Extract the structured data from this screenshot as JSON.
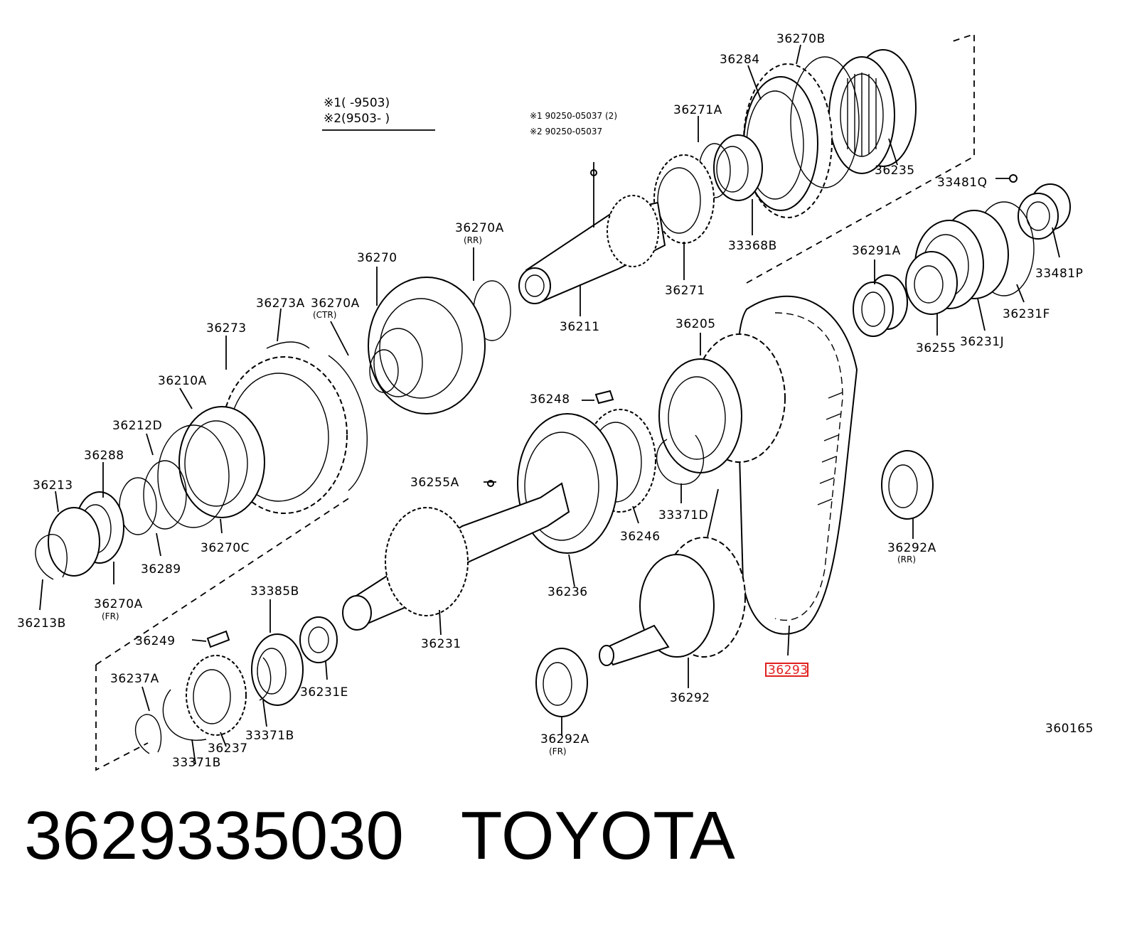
{
  "notes_top_left": {
    "line1": "※1(      -9503)",
    "line2": "※2(9503-      )"
  },
  "notes_bolt": {
    "line1": "※1 90250-05037 (2)",
    "line2": "※2 90250-05037"
  },
  "parts": [
    {
      "id": "p-36270B",
      "label": "36270B"
    },
    {
      "id": "p-36284",
      "label": "36284"
    },
    {
      "id": "p-36271A",
      "label": "36271A"
    },
    {
      "id": "p-36235",
      "label": "36235"
    },
    {
      "id": "p-33481Q",
      "label": "33481Q"
    },
    {
      "id": "p-33368B",
      "label": "33368B"
    },
    {
      "id": "p-36271",
      "label": "36271"
    },
    {
      "id": "p-36270A-RR",
      "label": "36270A",
      "sub": "(RR)"
    },
    {
      "id": "p-36270",
      "label": "36270"
    },
    {
      "id": "p-36211",
      "label": "36211"
    },
    {
      "id": "p-36273A",
      "label": "36273A"
    },
    {
      "id": "p-36270A-CTR",
      "label": "36270A",
      "sub": "(CTR)"
    },
    {
      "id": "p-36273",
      "label": "36273"
    },
    {
      "id": "p-36210A",
      "label": "36210A"
    },
    {
      "id": "p-36212D",
      "label": "36212D"
    },
    {
      "id": "p-36288",
      "label": "36288"
    },
    {
      "id": "p-36213",
      "label": "36213"
    },
    {
      "id": "p-36289",
      "label": "36289"
    },
    {
      "id": "p-36270C",
      "label": "36270C"
    },
    {
      "id": "p-36270A-FR",
      "label": "36270A",
      "sub": "(FR)"
    },
    {
      "id": "p-36213B",
      "label": "36213B"
    },
    {
      "id": "p-36291A",
      "label": "36291A"
    },
    {
      "id": "p-33481P",
      "label": "33481P"
    },
    {
      "id": "p-36231F",
      "label": "36231F"
    },
    {
      "id": "p-36255",
      "label": "36255"
    },
    {
      "id": "p-36231J",
      "label": "36231J"
    },
    {
      "id": "p-36205",
      "label": "36205"
    },
    {
      "id": "p-36248",
      "label": "36248"
    },
    {
      "id": "p-36255A",
      "label": "36255A"
    },
    {
      "id": "p-33371D",
      "label": "33371D"
    },
    {
      "id": "p-36246",
      "label": "36246"
    },
    {
      "id": "p-36236",
      "label": "36236"
    },
    {
      "id": "p-36292A-RR",
      "label": "36292A",
      "sub": "(RR)"
    },
    {
      "id": "p-33385B",
      "label": "33385B"
    },
    {
      "id": "p-36231",
      "label": "36231"
    },
    {
      "id": "p-36249",
      "label": "36249"
    },
    {
      "id": "p-36231E",
      "label": "36231E"
    },
    {
      "id": "p-36237A",
      "label": "36237A"
    },
    {
      "id": "p-36237",
      "label": "36237"
    },
    {
      "id": "p-33371B-a",
      "label": "33371B"
    },
    {
      "id": "p-33371B-b",
      "label": "33371B"
    },
    {
      "id": "p-36292",
      "label": "36292"
    },
    {
      "id": "p-36293",
      "label": "36293",
      "highlighted": true
    },
    {
      "id": "p-36292A-FR",
      "label": "36292A",
      "sub": "(FR)"
    }
  ],
  "diagram_code": "360165",
  "highlight_color": "#e0201e",
  "caption": {
    "part_number": "3629335030",
    "brand": "TOYOTA"
  }
}
